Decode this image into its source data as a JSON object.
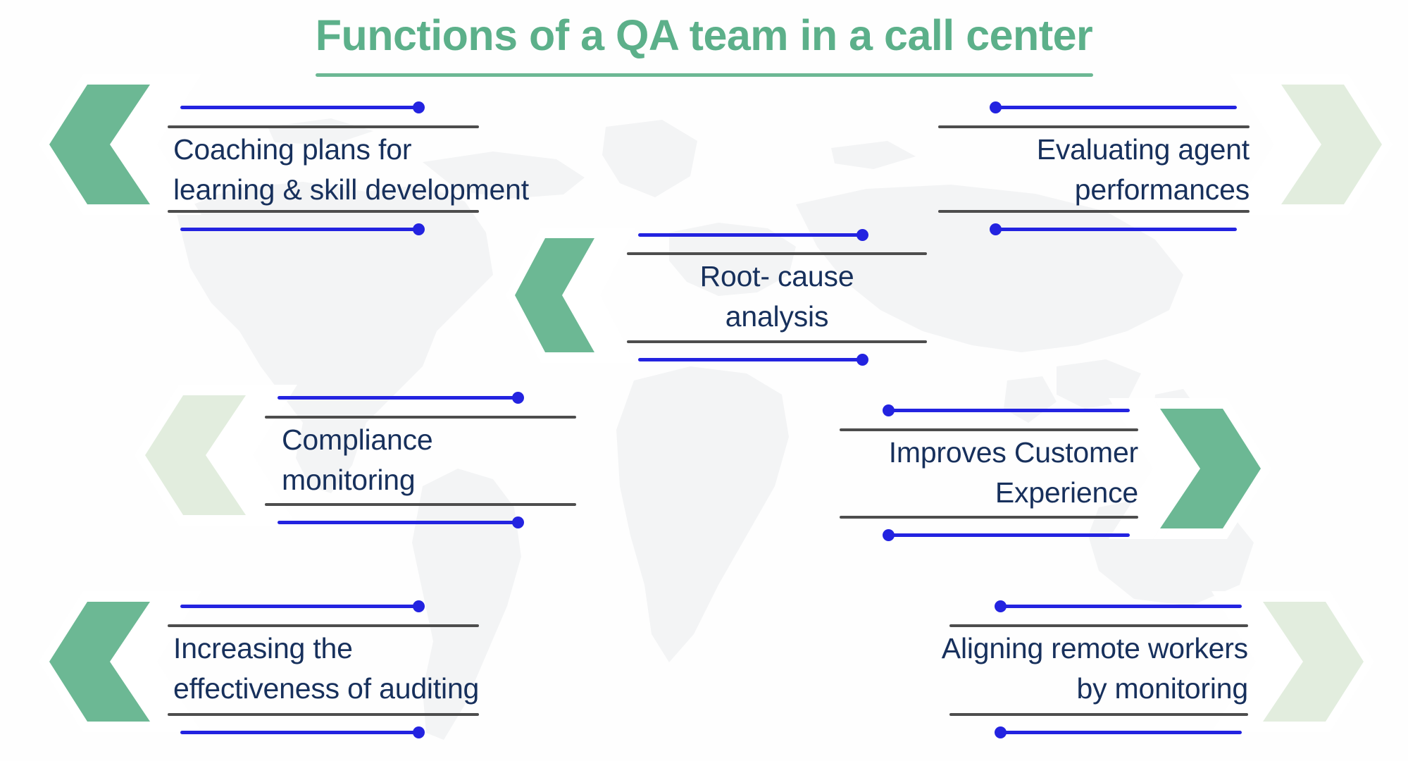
{
  "header": {
    "title": "Functions of a QA team in a call center",
    "title_color": "#5cb08a",
    "rule_color": "#6cb894"
  },
  "theme": {
    "green_solid": "#6cb894",
    "green_pale": "#e2edde",
    "text_navy": "#17305c",
    "line_gray": "#4d4d4d",
    "line_blue": "#2323e0",
    "background": "#ffffff",
    "map_tint": "#f4f5f6"
  },
  "items": [
    {
      "id": "coaching-plans",
      "label": "Coaching plans for\nlearning & skill development",
      "chevron_direction": "left",
      "chevron_fill": "solid",
      "side": "left"
    },
    {
      "id": "evaluating-agent-performances",
      "label": "Evaluating agent\nperformances",
      "chevron_direction": "right",
      "chevron_fill": "pale",
      "side": "right"
    },
    {
      "id": "root-cause-analysis",
      "label": "Root- cause\nanalysis",
      "chevron_direction": "left",
      "chevron_fill": "solid",
      "side": "left"
    },
    {
      "id": "compliance-monitoring",
      "label": "Compliance\nmonitoring",
      "chevron_direction": "left",
      "chevron_fill": "pale",
      "side": "left"
    },
    {
      "id": "improves-customer-experience",
      "label": "Improves Customer\nExperience",
      "chevron_direction": "right",
      "chevron_fill": "solid",
      "side": "right"
    },
    {
      "id": "increasing-effectiveness-of-auditing",
      "label": "Increasing the\neffectiveness of auditing",
      "chevron_direction": "left",
      "chevron_fill": "solid",
      "side": "left"
    },
    {
      "id": "aligning-remote-workers",
      "label": "Aligning remote workers\nby monitoring",
      "chevron_direction": "right",
      "chevron_fill": "pale",
      "side": "right"
    }
  ]
}
